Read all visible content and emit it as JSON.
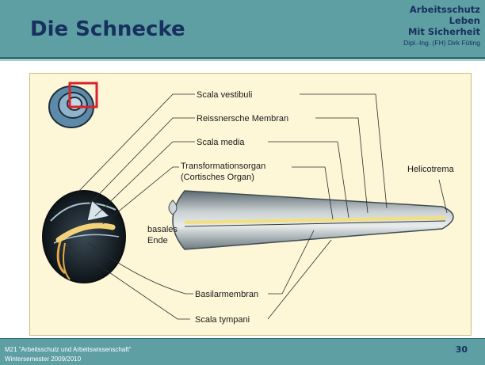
{
  "header": {
    "title": "Die Schnecke",
    "brand_line1": "Arbeitsschutz",
    "brand_line2": "Leben",
    "brand_line3": "Mit Sicherheit",
    "author": "Dipl.-Ing. (FH) Dirk Füting"
  },
  "figure": {
    "labels": {
      "scala_vestibuli": "Scala vestibuli",
      "reissner": "Reissnersche Membran",
      "scala_media": "Scala media",
      "transformation": "Transformationsorgan",
      "corti": "(Cortisches Organ)",
      "helicotrema": "Helicotrema",
      "basales": "basales",
      "ende": "Ende",
      "basilar": "Basilarmembran",
      "scala_tympani": "Scala tympani"
    }
  },
  "footer": {
    "course": "M21 \"Arbeitsschutz und Arbeitswissenschaft\"",
    "semester": "Wintersemester 2009/2010",
    "page": "30"
  },
  "colors": {
    "header_bg": "#5e9fa3",
    "title": "#17305e",
    "figure_bg": "#fdf6d7"
  }
}
